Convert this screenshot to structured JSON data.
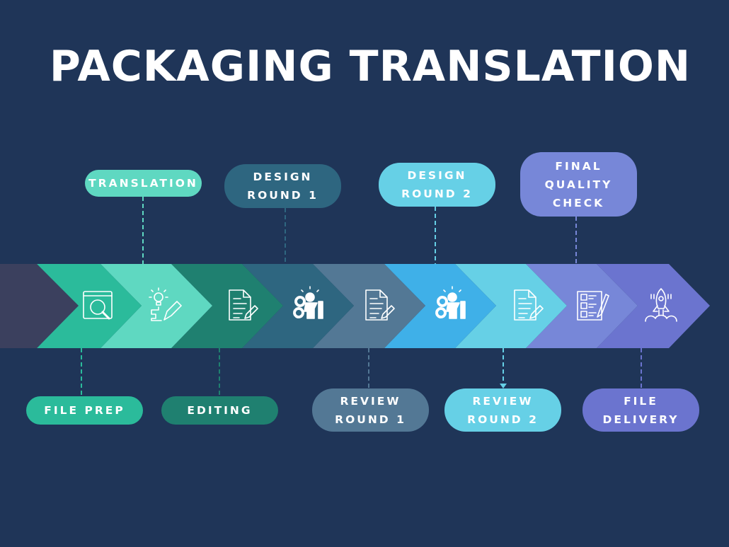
{
  "title": "PACKAGING TRANSLATION",
  "background": "#1f3558",
  "lead_color": "#3b405e",
  "steps": [
    {
      "label": "FILE PREP",
      "color": "#2bbb9b",
      "icon": "window-search-icon",
      "position": "bottom"
    },
    {
      "label": "TRANSLATION",
      "color": "#5fd8c1",
      "icon": "idea-pencil-icon",
      "position": "top"
    },
    {
      "label": "EDITING",
      "color": "#1f8070",
      "icon": "document-edit-icon",
      "position": "bottom"
    },
    {
      "label": "DESIGN\nROUND 1",
      "color": "#2e6680",
      "icon": "gears-idea-icon",
      "position": "top"
    },
    {
      "label": "REVIEW\nROUND 1",
      "color": "#537895",
      "icon": "document-edit-icon",
      "position": "bottom"
    },
    {
      "label": "DESIGN\nROUND 2",
      "color": "#66d0e6",
      "band_color": "#3fb0e8",
      "icon": "gears-idea-icon",
      "position": "top"
    },
    {
      "label": "REVIEW\nROUND 2",
      "color": "#66d0e6",
      "icon": "document-edit-icon",
      "position": "bottom"
    },
    {
      "label": "FINAL\nQUALITY\nCHECK",
      "color": "#7787d8",
      "icon": "checklist-icon",
      "position": "top"
    },
    {
      "label": "FILE\nDELIVERY",
      "color": "#6b74cf",
      "icon": "rocket-icon",
      "position": "bottom"
    }
  ]
}
